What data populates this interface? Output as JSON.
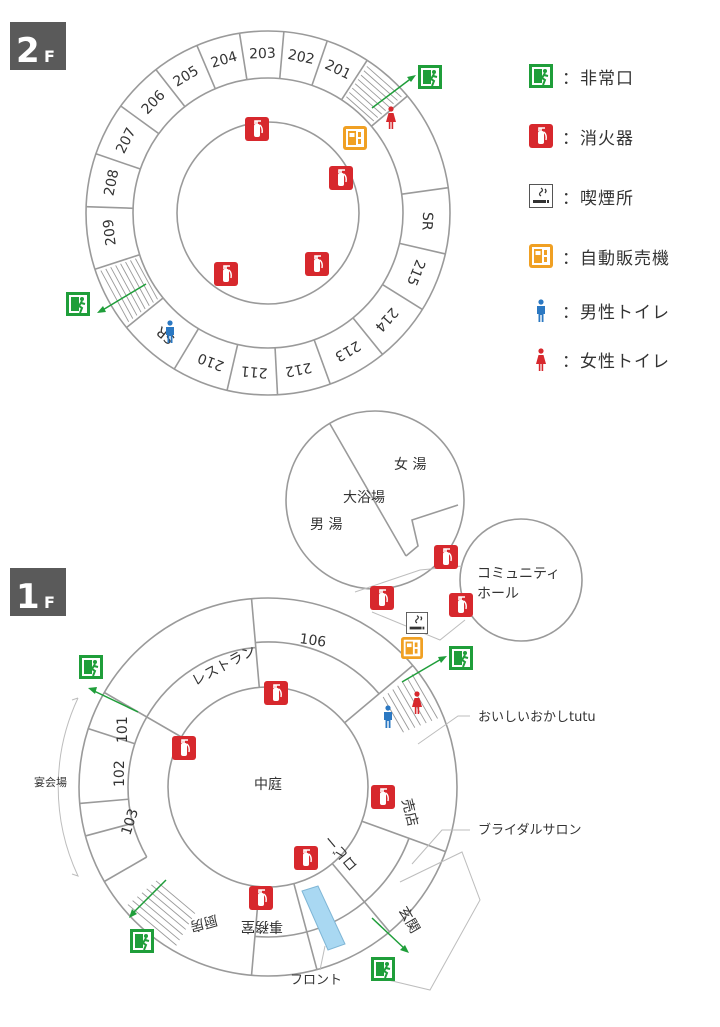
{
  "floor2": {
    "badge": "2",
    "badge_sub": "F",
    "rooms": [
      "201",
      "202",
      "203",
      "204",
      "205",
      "206",
      "207",
      "208",
      "209",
      "SR",
      "210",
      "211",
      "212",
      "213",
      "214",
      "215",
      "SR"
    ]
  },
  "floor1": {
    "badge": "1",
    "badge_sub": "F",
    "rooms": {
      "restaurant": "レストラン",
      "r106": "106",
      "r101": "101",
      "r102": "102",
      "r103": "103",
      "courtyard": "中庭",
      "shop": "売店",
      "lobby": "ロビー",
      "office": "事務室",
      "kitchen": "厨房",
      "entrance": "玄関",
      "women_bath": "女 湯",
      "bath": "大浴場",
      "men_bath": "男 湯",
      "community": "コミュニティ",
      "hall": "ホール"
    },
    "callouts": {
      "banquet": "宴会場",
      "sweets": "おいしいおかしtutu",
      "bridal": "ブライダルサロン",
      "front": "フロント"
    }
  },
  "legend": [
    {
      "icon": "exit",
      "label": "：非常口"
    },
    {
      "icon": "extinguisher",
      "label": "：消火器"
    },
    {
      "icon": "smoking",
      "label": "：喫煙所"
    },
    {
      "icon": "vending",
      "label": "：自動販売機"
    },
    {
      "icon": "men-toilet",
      "label": "：男性トイレ"
    },
    {
      "icon": "women-toilet",
      "label": "：女性トイレ"
    }
  ],
  "colors": {
    "exit": "#1f9e3a",
    "extinguisher": "#d7282d",
    "vending": "#f0a023",
    "men": "#2b78c2",
    "women": "#d7282d",
    "badge": "#5a5a5a",
    "front": "#a9d8f2"
  }
}
